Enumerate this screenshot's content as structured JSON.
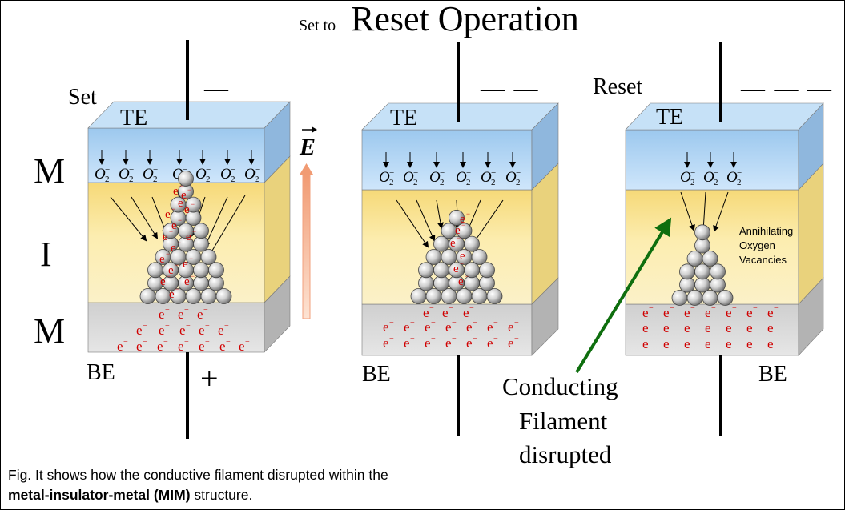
{
  "title": {
    "prefix": "Set to",
    "main": "Reset Operation"
  },
  "layer_labels": {
    "top": "M",
    "middle": "I",
    "bottom": "M"
  },
  "field_label": "E",
  "panels": [
    {
      "name": "set",
      "state_label": "Set",
      "voltage_top": "—",
      "voltage_bottom": "+",
      "te": "TE",
      "be": "BE"
    },
    {
      "name": "mid",
      "state_label": "",
      "voltage_top": "— —",
      "voltage_bottom": "",
      "te": "TE",
      "be": "BE"
    },
    {
      "name": "reset",
      "state_label": "Reset",
      "voltage_top": "— — —",
      "voltage_bottom": "",
      "te": "TE",
      "be": "BE"
    }
  ],
  "annotation": "Annihilating Oxygen Vacancies",
  "annotation_lines": [
    "Annihilating",
    "Oxygen",
    "Vacancies"
  ],
  "filament_note_lines": [
    "Conducting",
    "Filament",
    "disrupted"
  ],
  "ion_symbol": "O",
  "ion_sub": "2",
  "ion_sup": "−",
  "electron_symbol": "e",
  "electron_sup": "−",
  "caption": {
    "line1": "Fig. It shows how the conductive filament disrupted within the",
    "bold": "metal-insulator-metal (MIM)",
    "rest": " structure."
  },
  "colors": {
    "te_top": "#a9cfee",
    "te_front": "#a3cdf0",
    "insulator": "#fbeaa0",
    "bottom_metal": "#d9d9d9",
    "electron": "#d00000",
    "arrow_green": "#0e6e0e",
    "field_arrow": "#f4a37b"
  }
}
